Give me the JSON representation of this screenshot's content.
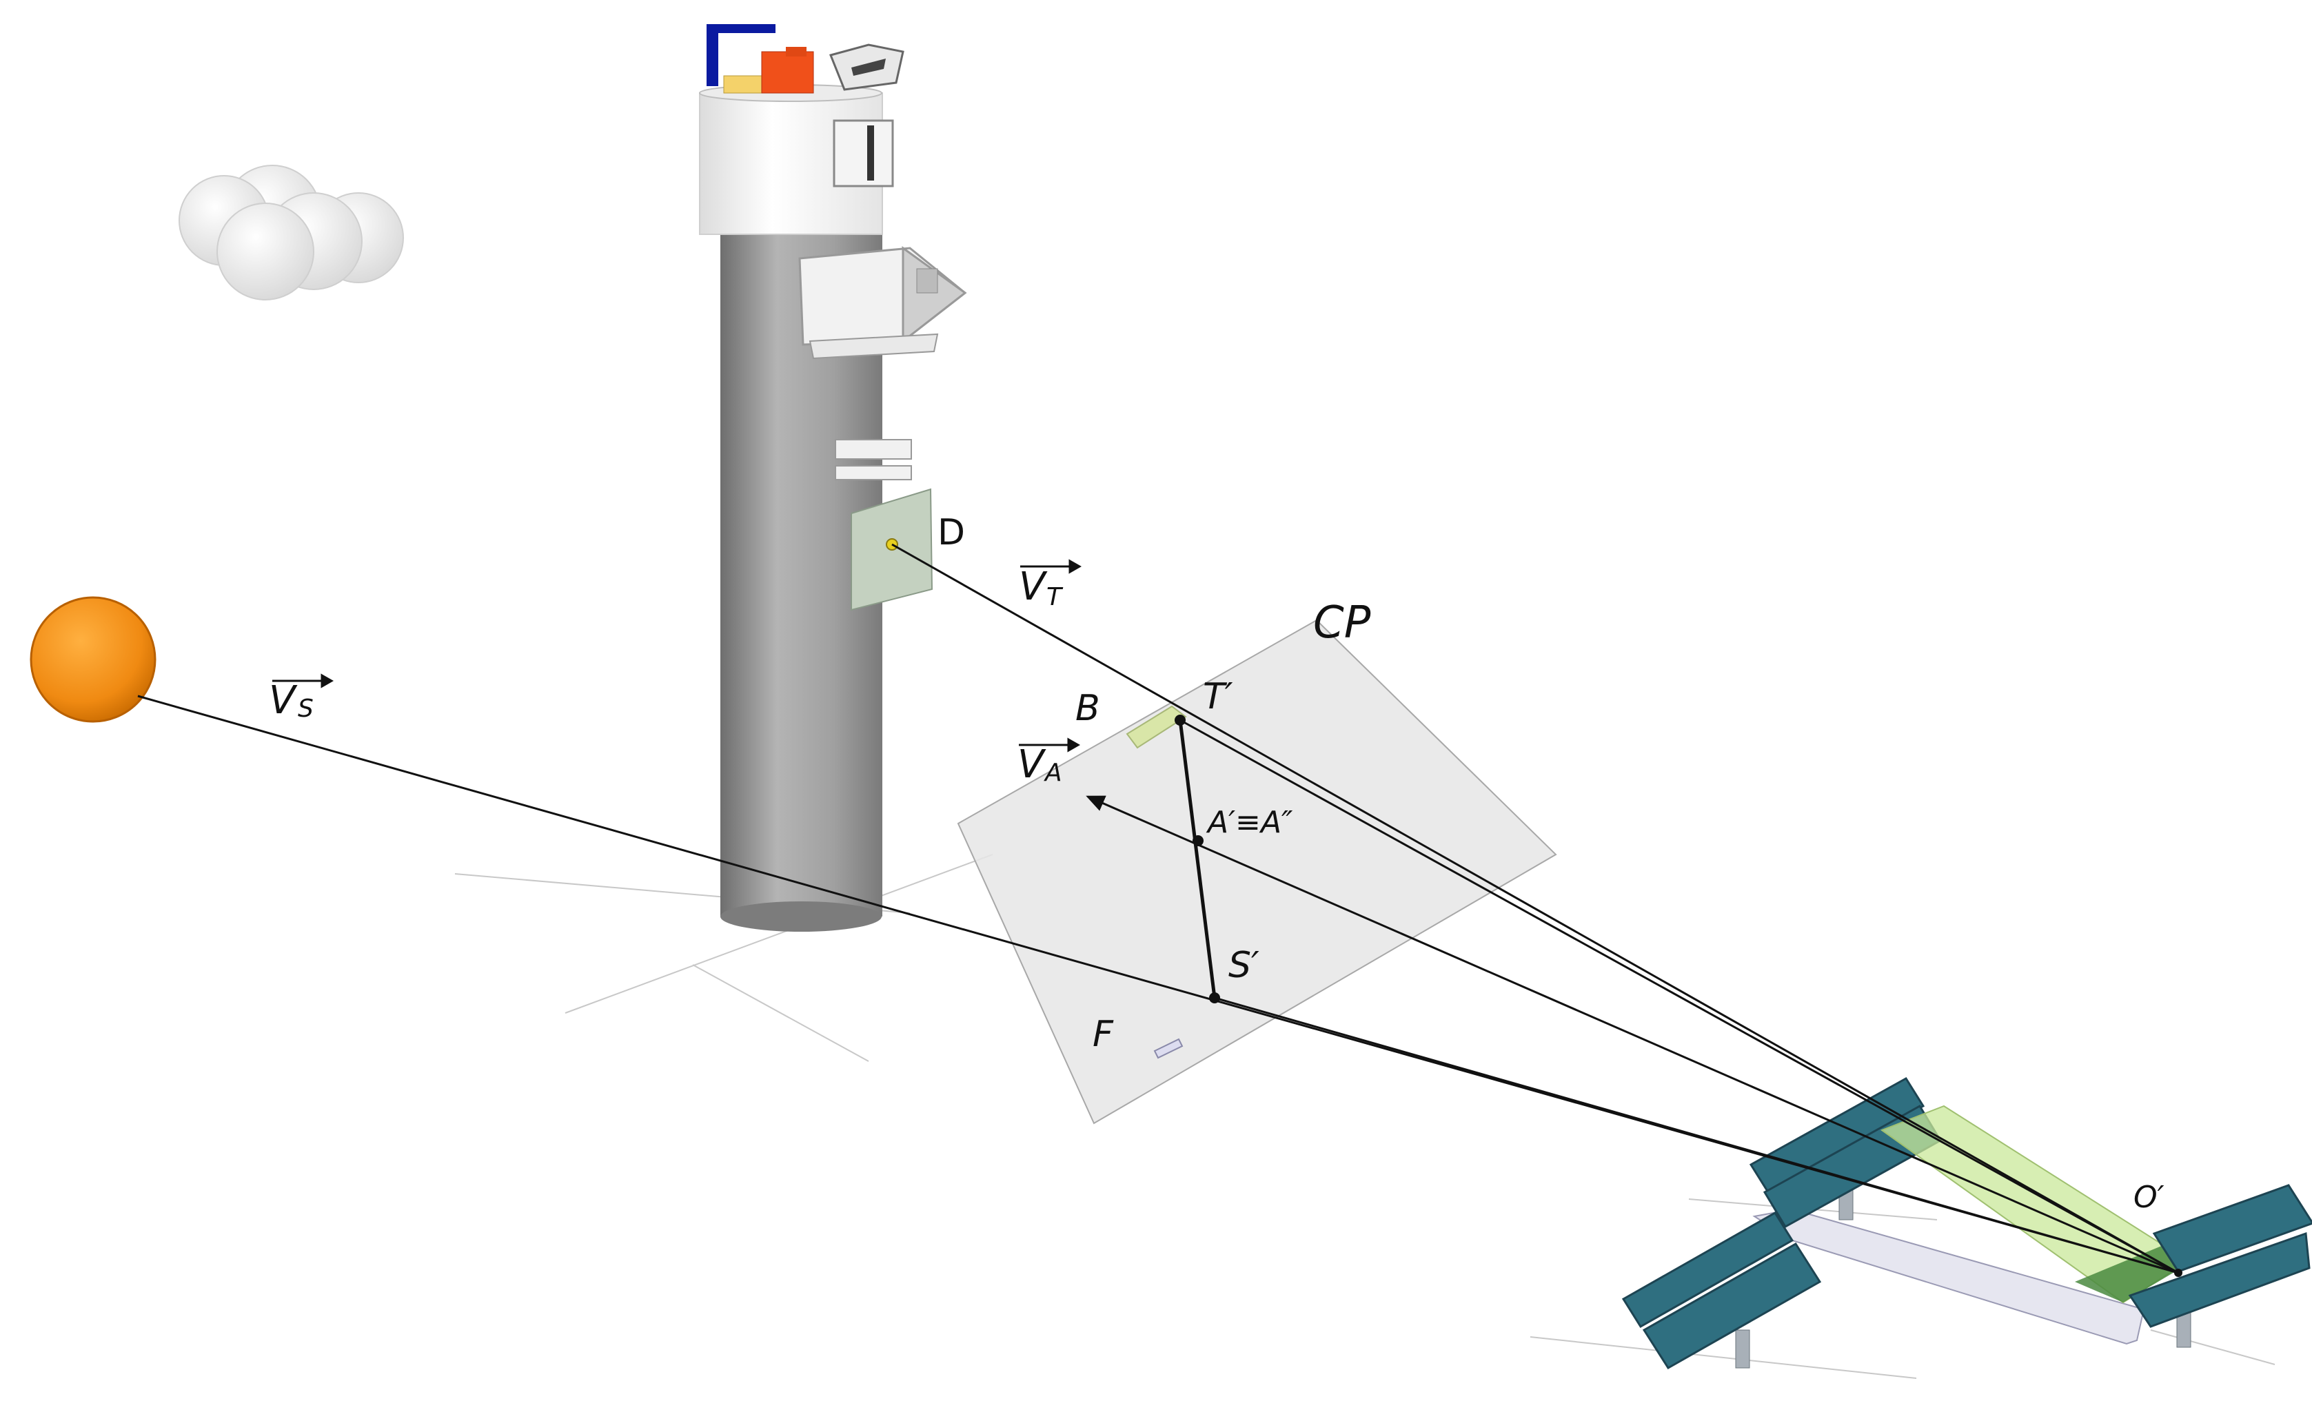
{
  "labels": {
    "D": "D",
    "CP": "CP",
    "B": "B",
    "T_prime": "T′",
    "A_prime": "A′≡A″",
    "S_prime": "S′",
    "F": "F",
    "O_prime": "O′",
    "V_T_letter": "V",
    "V_T_sub": "T",
    "V_S_letter": "V",
    "V_S_sub": "S",
    "V_A_letter": "V",
    "V_A_sub": "A"
  },
  "colors": {
    "tower_body": "#9a9a9a",
    "tower_top": "#ffffff",
    "sun": "#f08a12",
    "cloud": "#ffffff",
    "plane": "#e6e6e6",
    "heliostat_panel": "#2f6f80",
    "beam": "#c9e89a",
    "target_patch": "#d9e6a8",
    "detector_plate": "#c4d1c0"
  },
  "icons": {
    "sun": "sun-icon",
    "cloud": "cloud-icon"
  }
}
